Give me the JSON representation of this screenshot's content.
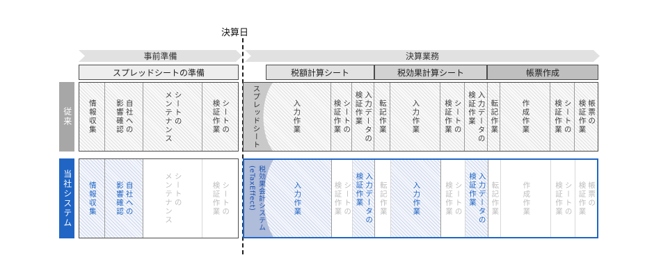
{
  "colors": {
    "accent_blue": "#2065c4",
    "legacy_row_gray": "#a7a7a7",
    "arrow_gray": "#e1e1e1",
    "section_prep_bg": "#eeeeee",
    "section_tax_bg": "#e2e2e2",
    "section_taxeffect_bg": "#d2d2d2",
    "section_report_bg": "#bfbfbf",
    "legacy_tool_bg": "#c9c9c9",
    "ours_tool_bg": "#afbcda",
    "inactive_text": "#bdbdbd"
  },
  "deadline": {
    "label": "決算日"
  },
  "phases": {
    "pre": "事前準備",
    "closing": "決算業務"
  },
  "sections": {
    "s1": "スプレッドシートの準備",
    "s2": "税額計算シート",
    "s3": "税効果計算シート",
    "s4": "帳票作成"
  },
  "legacy": {
    "row_label": "従来",
    "tool": "スプレッドシート",
    "prep": {
      "c1": "情報収集",
      "c2": "自社への\n影響確認",
      "c3": "シートの\nメンテナンス",
      "c4": "シートの\n検証作業"
    },
    "main": {
      "c1": "入力作業",
      "c2": "シートの\n検証作業",
      "c3": "入力データの\n検証作業",
      "c4": "転記作業",
      "c5": "入力作業",
      "c6": "シートの\n検証作業",
      "c7": "入力データの\n検証作業",
      "c8": "転記作業",
      "c9": "作成作業",
      "c10": "シートの\n検証作業",
      "c11": "帳票の\n検証作業"
    }
  },
  "ours": {
    "row_label": "当社システム",
    "tool": "税効果会計システム\n(eTaxEffect)",
    "prep": {
      "c1": "情報収集",
      "c2": "自社への\n影響確認",
      "c3": "シートの\nメンテナンス",
      "c4": "シートの\n検証作業"
    },
    "main": {
      "c1": "入力作業",
      "c2": "シートの\n検証作業",
      "c3": "入力データの\n検証作業",
      "c4": "転記作業",
      "c5": "入力作業",
      "c6": "シートの\n検証作業",
      "c7": "入力データの\n検証作業",
      "c8": "転記作業",
      "c9": "作成作業",
      "c10": "シートの\n検証作業",
      "c11": "帳票の\n検証作業"
    }
  }
}
